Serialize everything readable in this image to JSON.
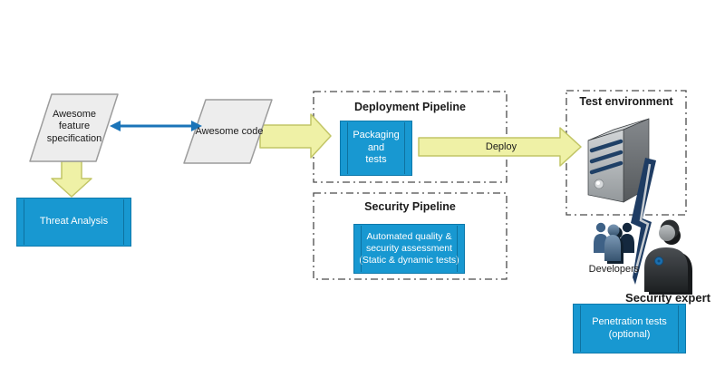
{
  "nodes": {
    "feature_spec": {
      "label": "Awesome\nfeature\nspecification"
    },
    "code": {
      "label": "Awesome code"
    },
    "threat": {
      "label": "Threat Analysis"
    },
    "deployment_pipeline": {
      "title": "Deployment Pipeline",
      "packaging": "Packaging\nand\ntests"
    },
    "deploy_arrow": {
      "label": "Deploy"
    },
    "security_pipeline": {
      "title": "Security Pipeline",
      "assessment": "Automated quality &\nsecurity assessment\n(Static & dynamic tests)"
    },
    "test_environment": {
      "title": "Test environment"
    },
    "developers": {
      "label": "Developers"
    },
    "security_expert": {
      "label": "Security expert"
    },
    "pentest": {
      "label": "Penetration tests\n(optional)"
    }
  },
  "icons": {
    "server": "server-tower-icon",
    "bolt": "lightning-bolt-icon",
    "developers": "people-group-icon",
    "expert": "person-icon"
  },
  "colors": {
    "box_blue": "#1898D1",
    "box_blue_border": "#0E79AB",
    "arrow_yellow": "#EFF1A6",
    "arrow_yellow_border": "#C2C566",
    "connector_blue": "#1B74B8",
    "shape_gray": "#EDEDED",
    "shape_gray_border": "#9C9C9C",
    "dash_border": "#4A4A4A"
  }
}
